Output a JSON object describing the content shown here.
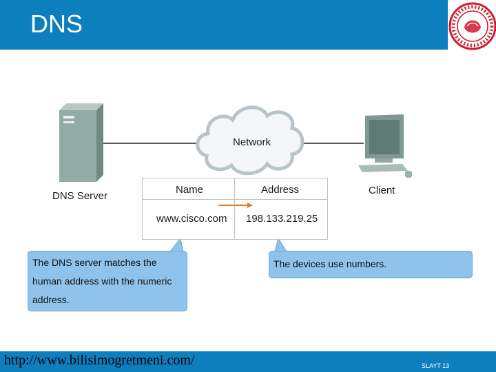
{
  "slide": {
    "title": "DNS",
    "footer_url": "http://www.bilisimogretmeni.com/",
    "slide_number": "SLAYT 13"
  },
  "diagram": {
    "server_label": "DNS Server",
    "client_label": "Client",
    "network_label": "Network",
    "table": {
      "headers": [
        "Name",
        "Address"
      ],
      "rows": [
        [
          "www.cisco.com",
          "198.133.219.25"
        ]
      ]
    },
    "callout_left": [
      "The DNS server matches the",
      "human address with the numeric",
      "address."
    ],
    "callout_right": "The devices use numbers."
  },
  "colors": {
    "accent": "#0d7fbf",
    "callout_fill": "#8fc3ec",
    "arrow": "#e07b1a"
  }
}
